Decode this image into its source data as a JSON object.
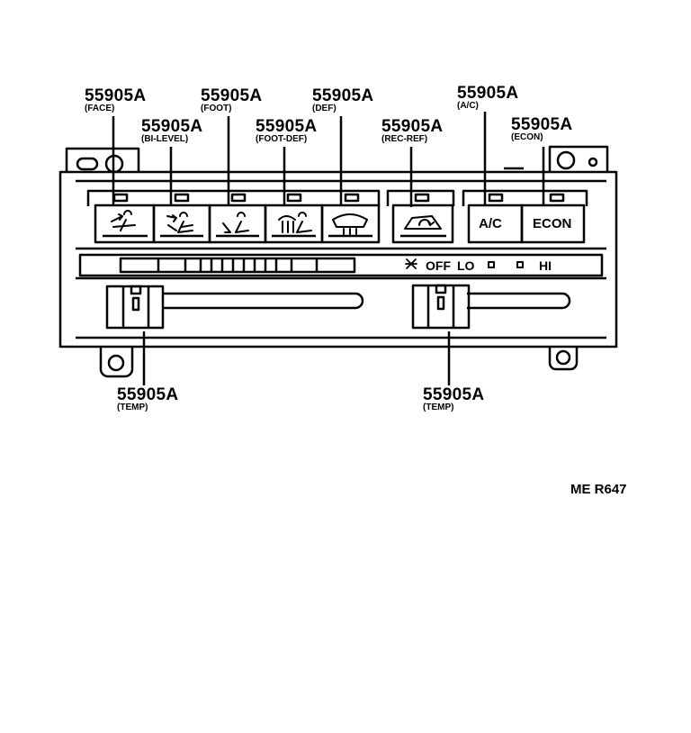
{
  "callouts": [
    {
      "part": "55905A",
      "function": "(FACE)"
    },
    {
      "part": "55905A",
      "function": "(BI-LEVEL)"
    },
    {
      "part": "55905A",
      "function": "(FOOT)"
    },
    {
      "part": "55905A",
      "function": "(FOOT-DEF)"
    },
    {
      "part": "55905A",
      "function": "(DEF)"
    },
    {
      "part": "55905A",
      "function": "(REC-REF)"
    },
    {
      "part": "55905A",
      "function": "(A/C)"
    },
    {
      "part": "55905A",
      "function": "(ECON)"
    },
    {
      "part": "55905A",
      "function": "(TEMP)"
    },
    {
      "part": "55905A",
      "function": "(TEMP)"
    }
  ],
  "buttons": {
    "ac": "A/C",
    "econ": "ECON"
  },
  "fan_scale": [
    "OFF",
    "LO",
    "HI"
  ],
  "icons": [
    "face-vent-icon",
    "bi-level-vent-icon",
    "foot-vent-icon",
    "foot-def-vent-icon",
    "defrost-icon",
    "recirculation-icon",
    "fan-icon"
  ],
  "drawing_ref": "ME R647"
}
